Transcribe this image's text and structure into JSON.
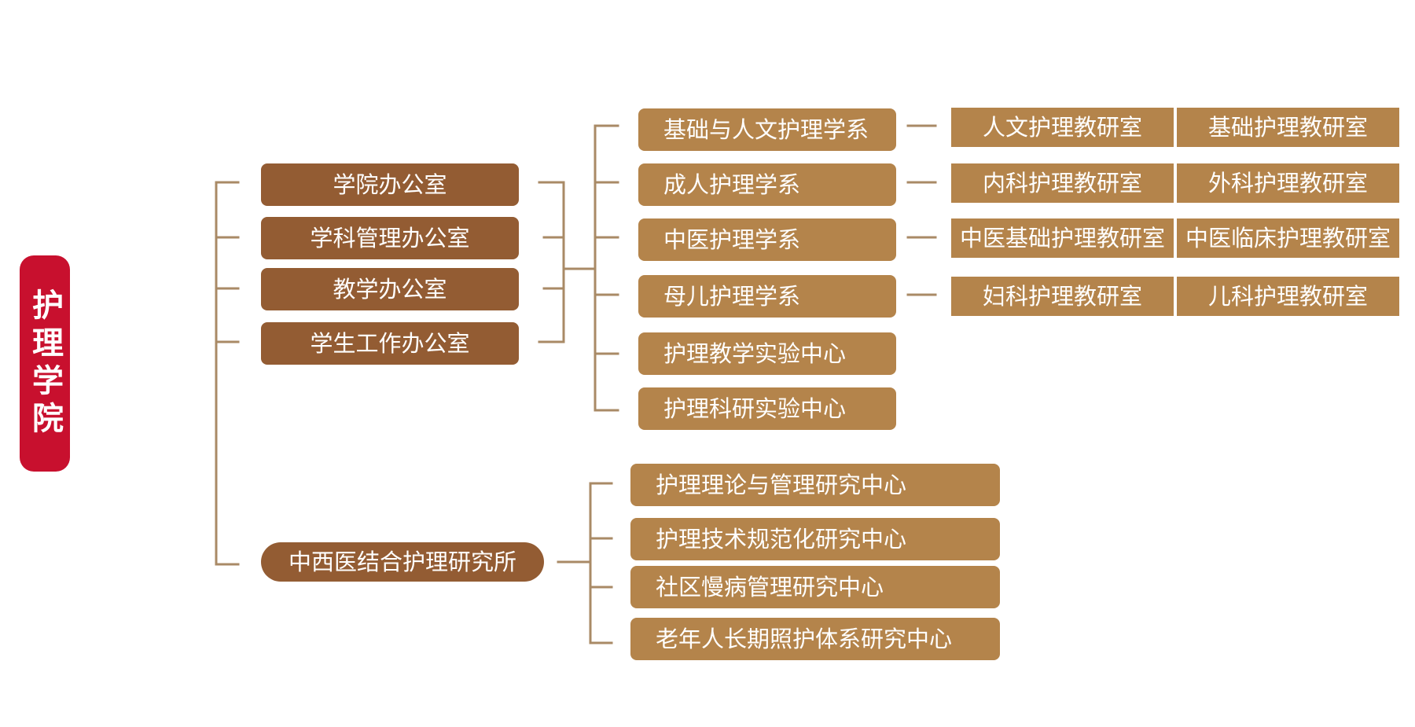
{
  "root": {
    "label": "护理学院"
  },
  "offices": [
    {
      "label": "学院办公室"
    },
    {
      "label": "学科管理办公室"
    },
    {
      "label": "教学办公室"
    },
    {
      "label": "学生工作办公室"
    }
  ],
  "departments": [
    {
      "label": "基础与人文护理学系",
      "sections": [
        "人文护理教研室",
        "基础护理教研室"
      ]
    },
    {
      "label": "成人护理学系",
      "sections": [
        "内科护理教研室",
        "外科护理教研室"
      ]
    },
    {
      "label": "中医护理学系",
      "sections": [
        "中医基础护理教研室",
        "中医临床护理教研室"
      ]
    },
    {
      "label": "母儿护理学系",
      "sections": [
        "妇科护理教研室",
        "儿科护理教研室"
      ]
    }
  ],
  "labs": [
    {
      "label": "护理教学实验中心"
    },
    {
      "label": "护理科研实验中心"
    }
  ],
  "institute": {
    "label": "中西医结合护理研究所",
    "centers": [
      {
        "label": "护理理论与管理研究中心"
      },
      {
        "label": "护理技术规范化研究中心"
      },
      {
        "label": "社区慢病管理研究中心"
      },
      {
        "label": "老年人长期照护体系研究中心"
      }
    ]
  },
  "colors": {
    "root": "#c8102e",
    "office": "#935c33",
    "unit": "#b4844b",
    "connector": "#a98a66"
  }
}
